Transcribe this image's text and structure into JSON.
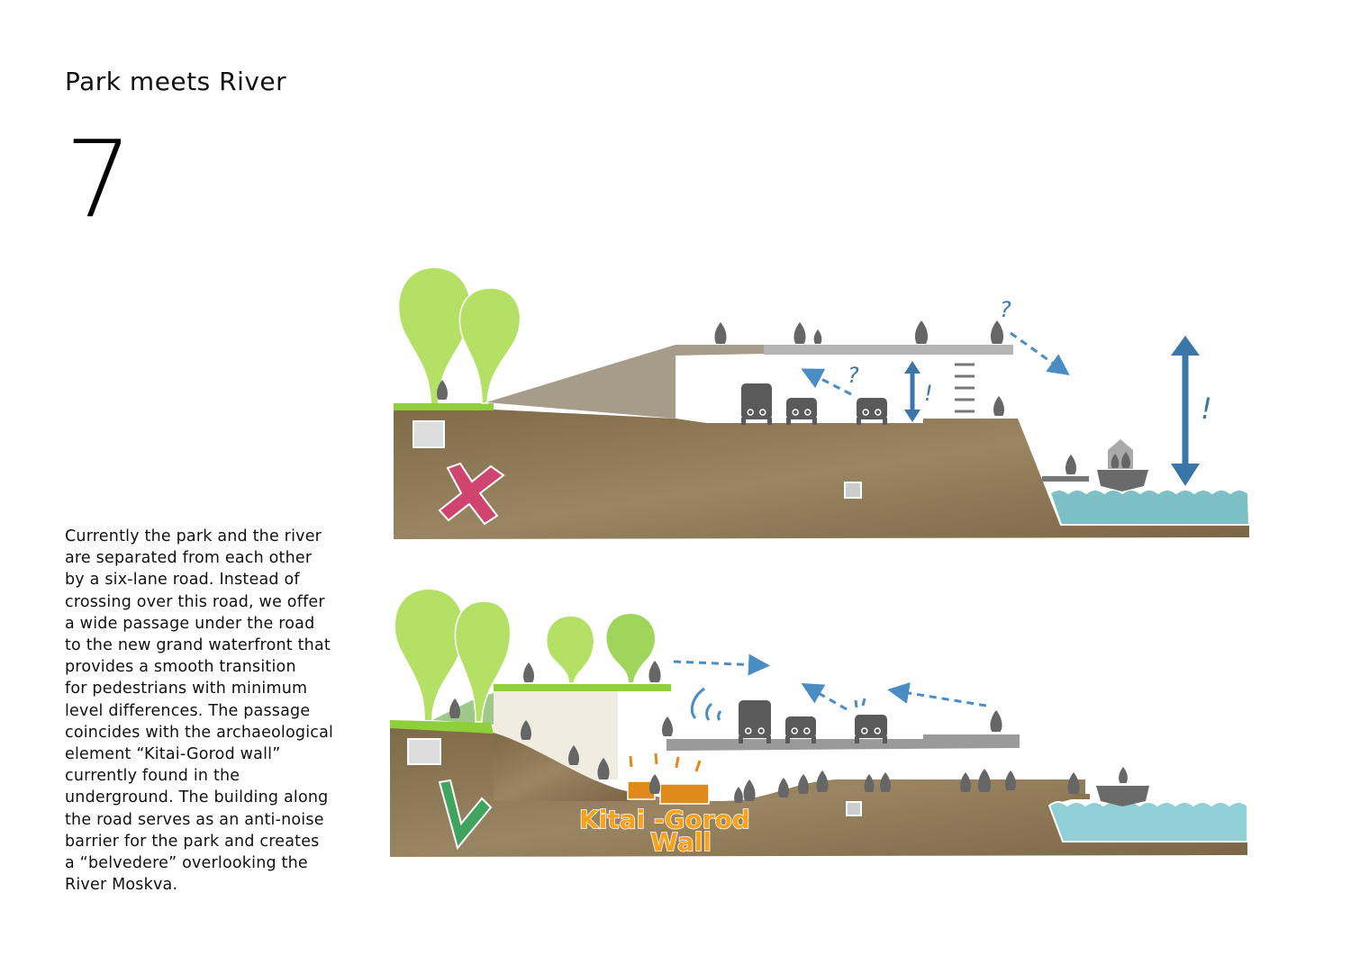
{
  "header": {
    "title": "Park meets River",
    "number": "7"
  },
  "description": [
    "Currently the park and the river",
    "are separated from each other",
    "by a six-lane road. Instead of",
    "crossing over this road, we offer",
    "a wide passage under the road",
    "to the new grand waterfront that",
    "provides a smooth transition",
    "for pedestrians with minimum",
    "level differences. The passage",
    "coincides with the archaeological",
    "element “Kitai-Gorod wall”",
    "currently found in the",
    "underground. The building along",
    "the road serves as an anti-noise",
    "barrier for the park and creates",
    "a “belvedere” overlooking the",
    "River Moskva."
  ],
  "diagram_current": {
    "status_icon": "cross-icon",
    "marks": [
      "?",
      "?",
      "!",
      "!"
    ]
  },
  "diagram_proposed": {
    "status_icon": "check-icon",
    "label_line1": "Kitai -Gorod",
    "label_line2": "Wall"
  },
  "colors": {
    "ground": "#8a7553",
    "tree": "#b5e066",
    "grass": "#8fcf3a",
    "water": "#7cc0c6",
    "arrow": "#3a76a8",
    "person": "#666666",
    "cross": "#d0456f",
    "check": "#3fa55e",
    "wall": "#e08a1a"
  }
}
